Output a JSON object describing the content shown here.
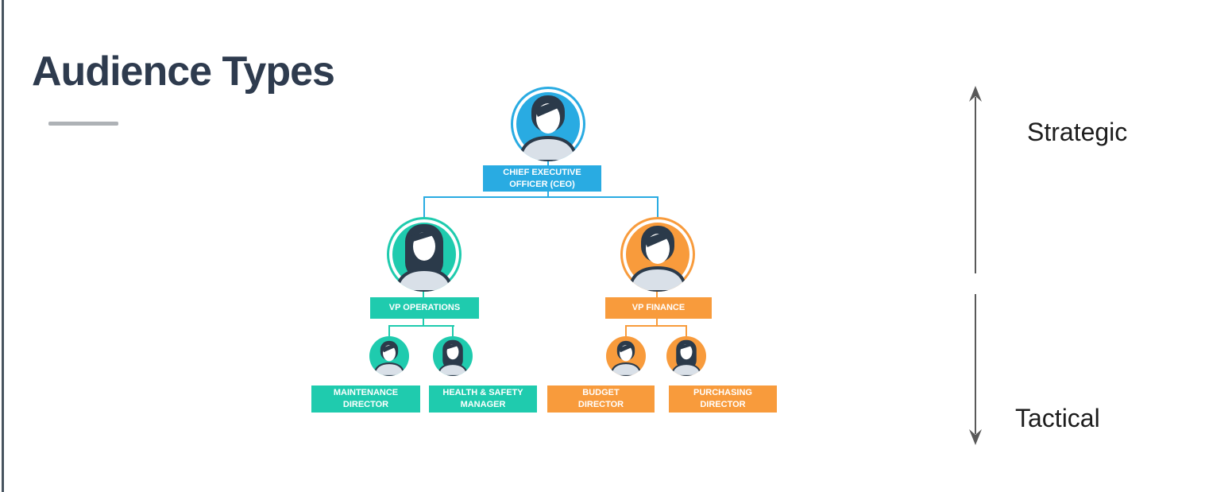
{
  "slide": {
    "title": "Audience Types",
    "title_color": "#2E3B4E",
    "underline_color": "#AEB2B6",
    "left_edge_color": "#47545F",
    "background_color": "#FFFFFF"
  },
  "org_chart": {
    "colors": {
      "executive_blue": "#29ABE2",
      "operations_teal": "#1FCBAE",
      "finance_orange": "#F89B3C",
      "avatar_hair": "#2B3A4A",
      "avatar_shoulders": "#D9E0E8",
      "label_text": "#FFFFFF"
    },
    "nodes": {
      "ceo": {
        "label": "CHIEF EXECUTIVE\nOFFICER (CEO)",
        "avatar_icon": "male-avatar-icon",
        "branch": "executive_blue"
      },
      "vp_operations": {
        "label": "VP OPERATIONS",
        "avatar_icon": "female-avatar-icon",
        "branch": "operations_teal"
      },
      "vp_finance": {
        "label": "VP FINANCE",
        "avatar_icon": "male-avatar-icon",
        "branch": "finance_orange"
      },
      "maintenance_director": {
        "label": "MAINTENANCE\nDIRECTOR",
        "avatar_icon": "male-avatar-icon",
        "branch": "operations_teal"
      },
      "health_safety_manager": {
        "label": "HEALTH & SAFETY\nMANAGER",
        "avatar_icon": "female-avatar-icon",
        "branch": "operations_teal"
      },
      "budget_director": {
        "label": "BUDGET\nDIRECTOR",
        "avatar_icon": "male-avatar-icon",
        "branch": "finance_orange"
      },
      "purchasing_director": {
        "label": "PURCHASING\nDIRECTOR",
        "avatar_icon": "female-avatar-icon",
        "branch": "finance_orange"
      }
    },
    "hierarchy": {
      "root": "ceo",
      "children": {
        "ceo": [
          "vp_operations",
          "vp_finance"
        ],
        "vp_operations": [
          "maintenance_director",
          "health_safety_manager"
        ],
        "vp_finance": [
          "budget_director",
          "purchasing_director"
        ]
      }
    }
  },
  "scale": {
    "top_label": "Strategic",
    "bottom_label": "Tactical",
    "arrow_color": "#595959"
  }
}
